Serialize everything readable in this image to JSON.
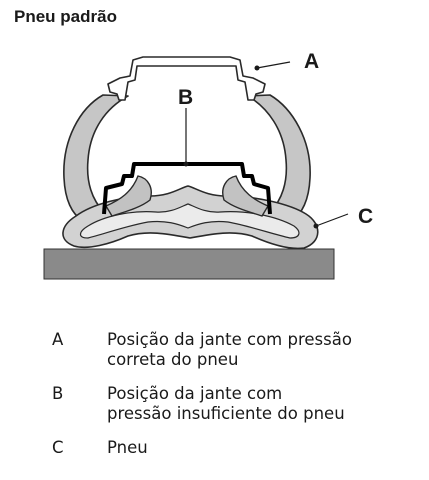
{
  "title": "Pneu padrão",
  "callouts": {
    "a": "A",
    "b": "B",
    "c": "C"
  },
  "legend": [
    {
      "letter": "A",
      "line1": "Posição da jante com pressão",
      "line2": "correta do pneu"
    },
    {
      "letter": "B",
      "line1": "Posição da jante com",
      "line2": "pressão insuficiente do pneu"
    },
    {
      "letter": "C",
      "line1": "Pneu",
      "line2": ""
    }
  ]
}
